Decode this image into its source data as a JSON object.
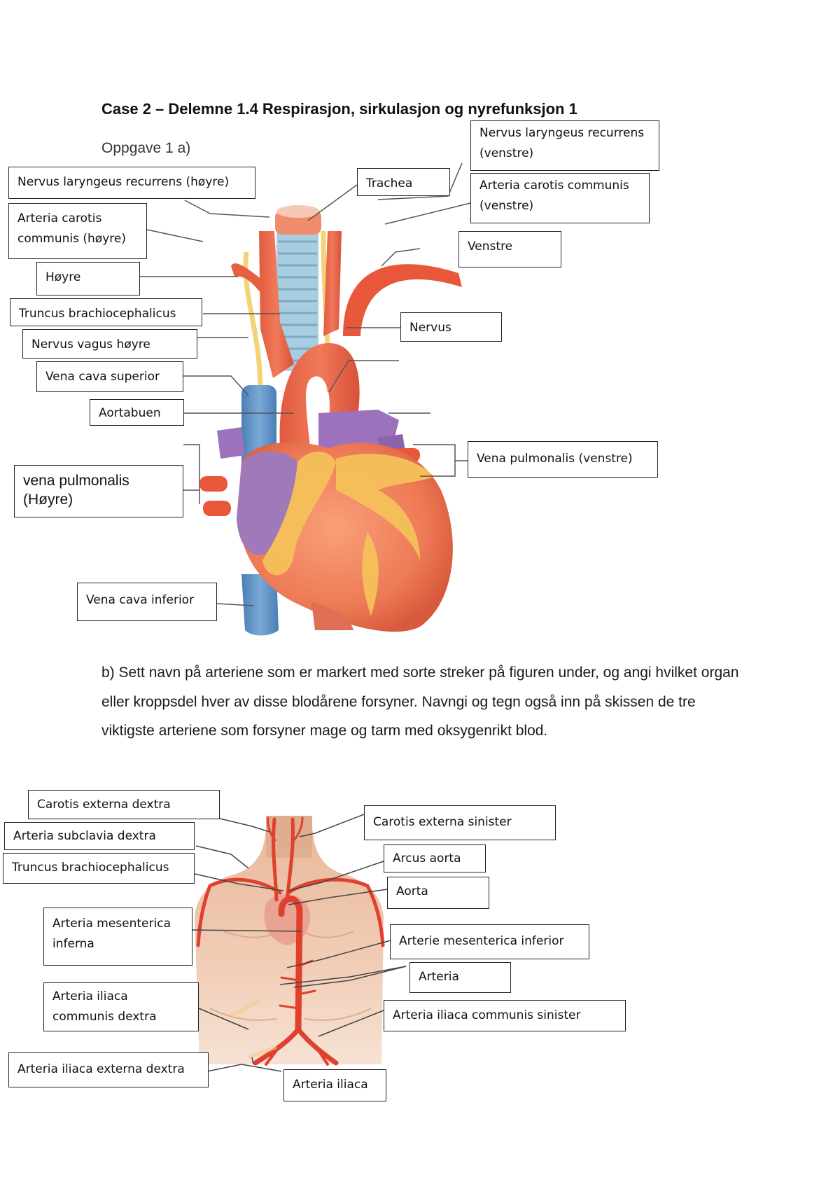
{
  "header": {
    "title": "Case 2 – Delemne 1.4 Respirasjon, sirkulasjon og nyrefunksjon 1",
    "task_a": "Oppgave 1 a)"
  },
  "task_b": {
    "text": "b) Sett navn på arteriene som er markert med sorte streker på figuren under, og angi hvilket organ eller kroppsdel hver av disse blodårene forsyner. Navngi og tegn også inn på skissen de tre viktigste arteriene som forsyner mage og tarm med oksygenrikt blod."
  },
  "heart_labels": {
    "nervus_laryngeus_recurrens_venstre": "Nervus laryngeus recurrens (venstre)",
    "nervus_laryngeus_recurrens_hoyre": "Nervus laryngeus recurrens (høyre)",
    "trachea": "Trachea",
    "arteria_carotis_communis_venstre": "Arteria carotis communis (venstre)",
    "arteria_carotis_communis_hoyre": "Arteria carotis communis (høyre)",
    "venstre": "Venstre",
    "hoyre": "Høyre",
    "truncus_brachiocephalicus": "Truncus brachiocephalicus",
    "nervus": "Nervus",
    "nervus_vagus_hoyre": "Nervus vagus høyre",
    "vena_cava_superior": "Vena cava superior",
    "aortabuen": "Aortabuen",
    "vena_pulmonalis_venstre": "Vena pulmonalis (venstre)",
    "vena_pulmonalis_hoyre": "vena pulmonalis (Høyre)",
    "vena_cava_inferior": "Vena cava inferior"
  },
  "body_labels": {
    "carotis_externa_dextra": "Carotis externa dextra",
    "carotis_externa_sinister": "Carotis externa sinister",
    "arteria_subclavia_dextra": "Arteria subclavia dextra",
    "arcus_aorta": "Arcus aorta",
    "truncus_brachiocephalicus": "Truncus brachiocephalicus",
    "aorta": "Aorta",
    "arteria_mesenterica_inferna": "Arteria mesenterica inferna",
    "arterie_mesenterica_inferior": "Arterie mesenterica inferior",
    "arteria": "Arteria",
    "arteria_iliaca_communis_dextra": "Arteria iliaca communis dextra",
    "arteria_iliaca_communis_sinister": "Arteria iliaca communis sinister",
    "arteria_iliaca_externa_dextra": "Arteria iliaca externa dextra",
    "arteria_iliaca": "Arteria iliaca"
  },
  "colors": {
    "artery": "#e8533c",
    "vein": "#5b8fc2",
    "pulmonary": "#9a6fb8",
    "trachea": "#9cc3d8",
    "fat": "#f6c15a",
    "skin": "#f0c9b0"
  }
}
